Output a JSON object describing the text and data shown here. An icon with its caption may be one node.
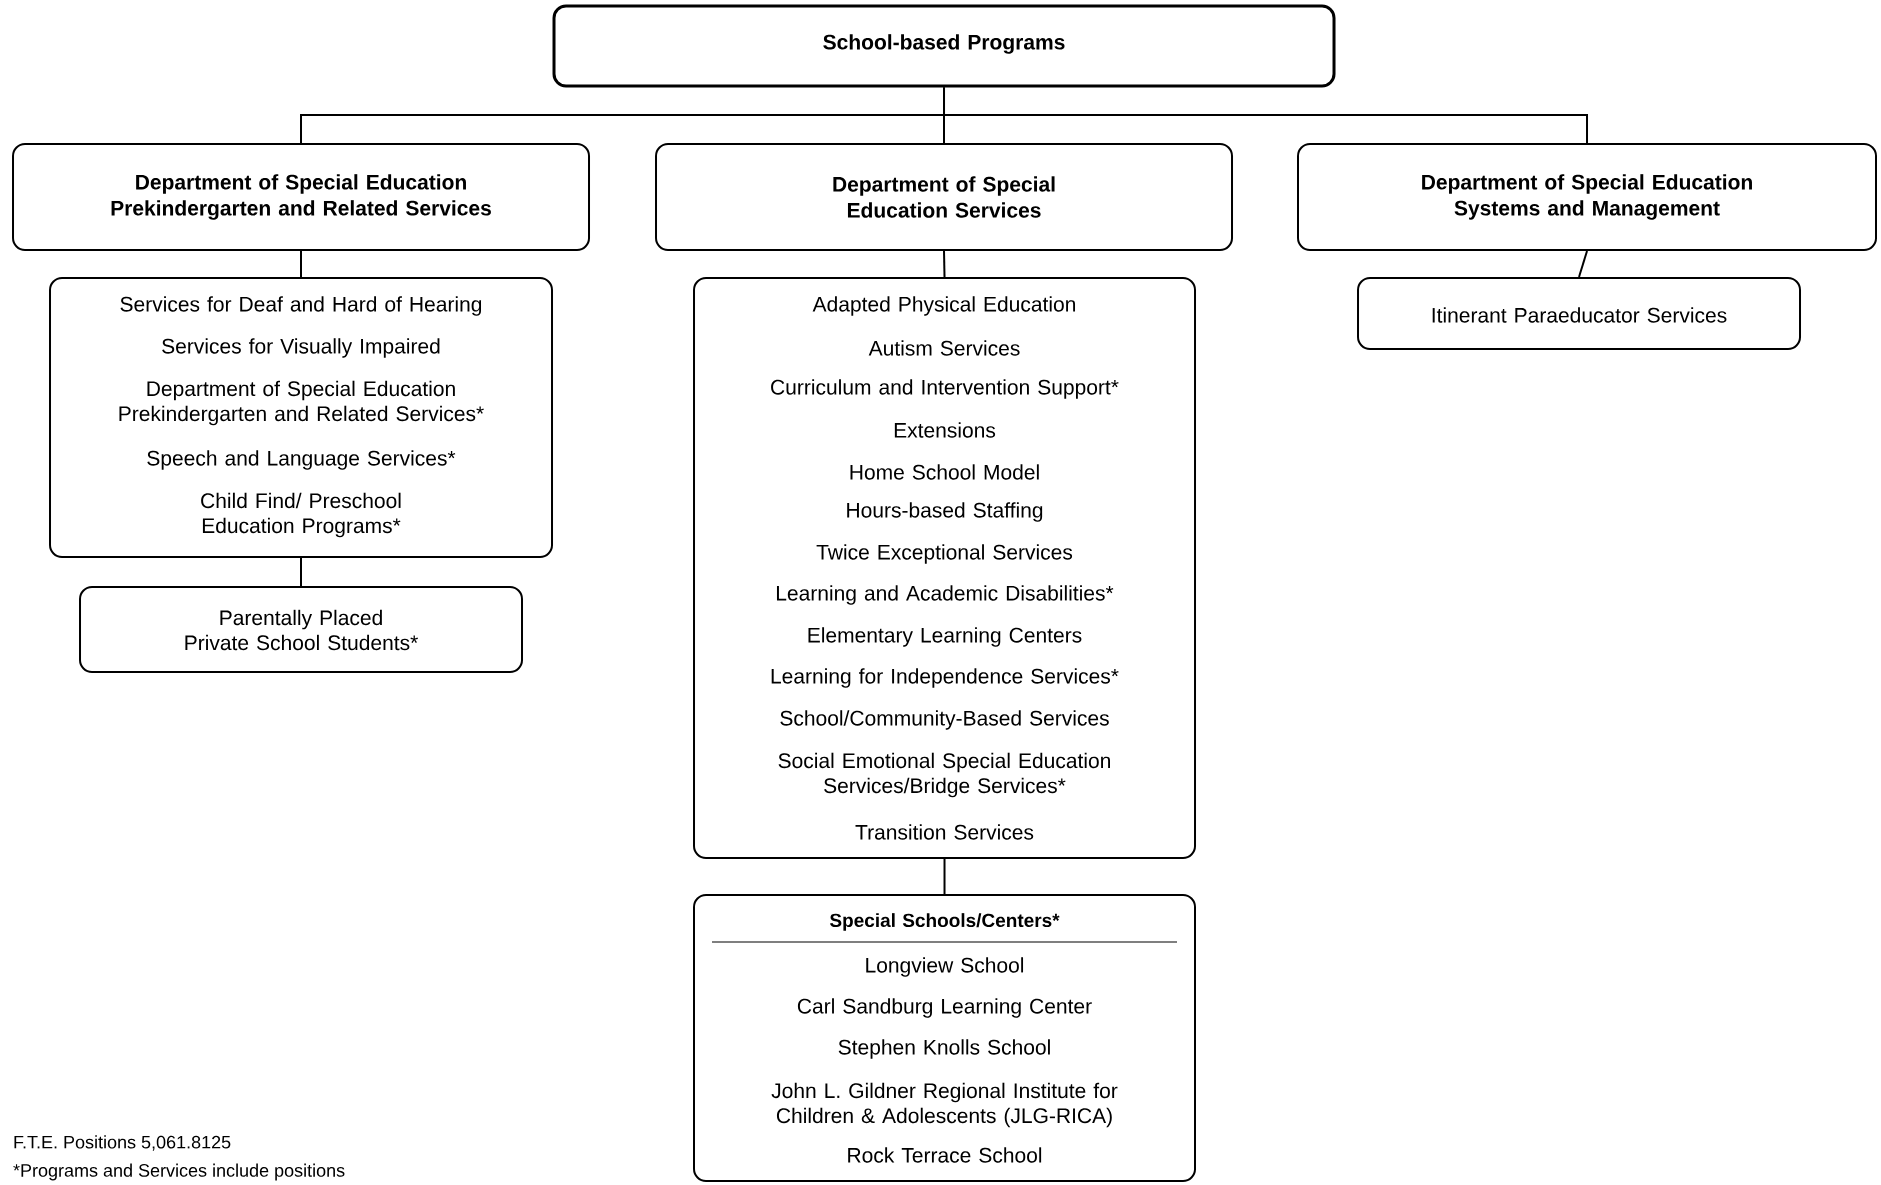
{
  "diagram": {
    "nodes": [
      {
        "text": [
          "School-based Programs"
        ]
      },
      {
        "text": [
          "Department of Special Education Prekindergarten and Related Services"
        ]
      },
      {
        "text": [
          "Department of Special Education Services"
        ]
      },
      {
        "text": [
          "Department of Special Education Systems and Management"
        ]
      },
      {
        "text": [
          "Services for Deaf and Hard of Hearing",
          "Services for Visually Impaired",
          "Department of Special Education Prekindergarten and Related Services*",
          "Speech and Language Services*",
          "Child Find/ Preschool Education Programs*"
        ]
      },
      {
        "text": [
          "Parentally Placed Private School Students*"
        ]
      },
      {
        "text": [
          "Adapted Physical Education",
          "Autism Services",
          "Curriculum and Intervention Support*",
          "Extensions",
          "Home School Model",
          "Hours-based Staffing",
          "Twice Exceptional Services",
          "Learning and Academic Disabilities*",
          "Elementary Learning Centers",
          "Learning for Independence Services*",
          "School/Community-Based Services",
          "Social Emotional Special Education Services/Bridge Services*",
          "Transition Services"
        ]
      },
      {
        "text": [
          "Special Schools/Centers*",
          "Longview School",
          "Carl Sandburg Learning Center",
          "Stephen Knolls School",
          "John L. Gildner Regional Institute for Children & Adolescents (JLG-RICA)",
          "Rock Terrace School"
        ]
      },
      {
        "text": [
          "Itinerant Paraeducator Services"
        ]
      }
    ],
    "edges": [
      {
        "from": 0,
        "to": 1,
        "arrow": "none"
      },
      {
        "from": 0,
        "to": 2,
        "arrow": "none"
      },
      {
        "from": 0,
        "to": 3,
        "arrow": "none"
      },
      {
        "from": 1,
        "to": 4,
        "arrow": "none"
      },
      {
        "from": 4,
        "to": 5,
        "arrow": "none"
      },
      {
        "from": 2,
        "to": 6,
        "arrow": "none"
      },
      {
        "from": 6,
        "to": 7,
        "arrow": "none"
      },
      {
        "from": 3,
        "to": 8,
        "arrow": "none"
      }
    ],
    "labels": [
      "F.T.E. Positions 5,061.8125",
      "*Programs and Services include positions"
    ]
  }
}
